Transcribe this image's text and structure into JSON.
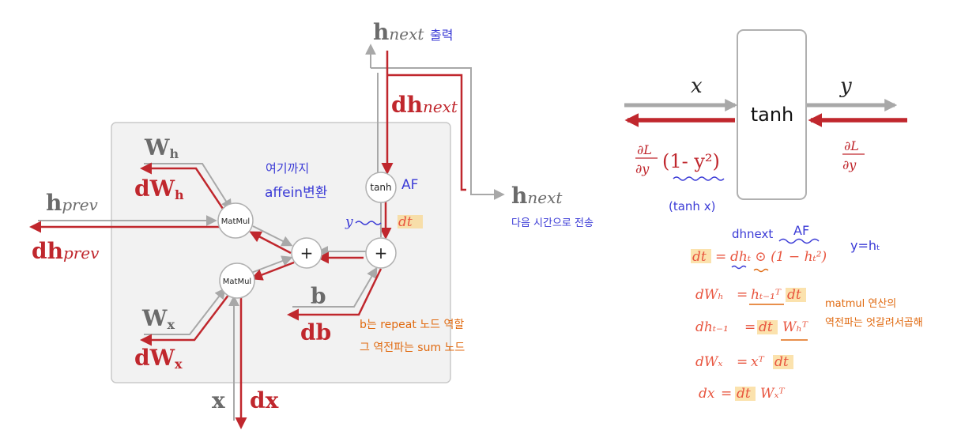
{
  "colors": {
    "red": "#c0272d",
    "gray": "#a8a8a8",
    "dark_gray": "#6b6b6b",
    "box_fill": "#f2f2f2",
    "box_stroke": "#c9c9c9",
    "blue_note": "#3a3ad6",
    "orange_note": "#e06a10",
    "red_formula": "#e8553f",
    "highlight": "#f9d58a"
  },
  "rnn": {
    "h_next_top": {
      "bold": "h",
      "italic": "next"
    },
    "dh_next": {
      "bold": "dh",
      "italic": "next"
    },
    "h_next_right": {
      "bold": "h",
      "italic": "next"
    },
    "h_prev": {
      "bold": "h",
      "italic": "prev"
    },
    "dh_prev": {
      "bold": "dh",
      "italic": "prev"
    },
    "wh": {
      "main": "W",
      "sub": "h"
    },
    "dwh": {
      "main": "dW",
      "sub": "h"
    },
    "wx": {
      "main": "W",
      "sub": "x"
    },
    "dwx": {
      "main": "dW",
      "sub": "x"
    },
    "b": "b",
    "db": "db",
    "x": "x",
    "dx": "dx",
    "nodes": {
      "tanh": "tanh",
      "matmul_top": "MatMul",
      "matmul_bottom": "MatMul",
      "plus_left": "+",
      "plus_right": "+"
    },
    "y_label": "y",
    "dt_label": "dt"
  },
  "notes": {
    "output": "출력",
    "affine_line1": "여기까지",
    "affine_line2": "affein변환",
    "af": "AF",
    "send_next": "다음 시간으로 전송",
    "b_line1": "b는 repeat 노드 역할",
    "b_line2": "그 역전파는 sum 노드",
    "matmul_line1": "matmul 연산의",
    "matmul_line2": "역전파는 엇갈려서곱해"
  },
  "tanh_diagram": {
    "node": "tanh",
    "x": "x",
    "y": "y",
    "grad_left": {
      "num": "∂L",
      "den": "∂y",
      "factor": "(1- y²)"
    },
    "grad_right": {
      "num": "∂L",
      "den": "∂y"
    },
    "tanhx": "(tanh x)"
  },
  "formulas": {
    "dhnext_note": "dhnext",
    "af_note": "AF",
    "y_eq": "y=hₜ",
    "f1": {
      "lhs": "dt",
      "eq": "=",
      "rhs": "dhₜ ⊙ (1 − hₜ²)"
    },
    "f2": {
      "lhs": "dWₕ",
      "eq": "=",
      "rhs1": "hₜ₋₁ᵀ",
      "rhs2": "dt"
    },
    "f3": {
      "lhs": "dhₜ₋₁",
      "eq": "=",
      "rhs1": "dt",
      "rhs2": "Wₕᵀ"
    },
    "f4": {
      "lhs": "dWₓ",
      "eq": "=",
      "rhs1": "xᵀ",
      "rhs2": "dt"
    },
    "f5": {
      "lhs": "dx",
      "eq": "=",
      "rhs1": "dt",
      "rhs2": "Wₓᵀ"
    }
  }
}
